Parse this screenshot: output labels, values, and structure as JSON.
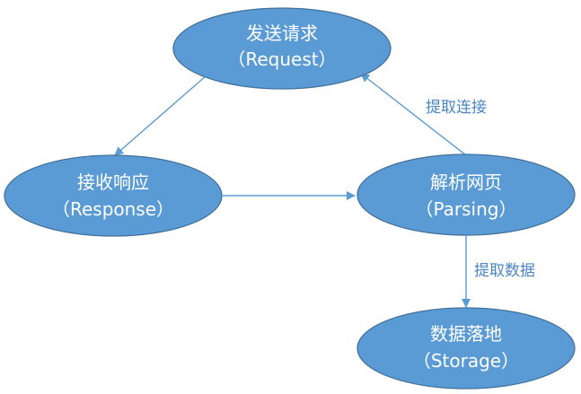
{
  "nodes": {
    "request": {
      "title": "发送请求",
      "subtitle": "（Request）"
    },
    "response": {
      "title": "接收响应",
      "subtitle": "（Response）"
    },
    "parsing": {
      "title": "解析网页",
      "subtitle": "（Parsing）"
    },
    "storage": {
      "title": "数据落地",
      "subtitle": "（Storage）"
    }
  },
  "edges": [
    {
      "from": "request",
      "to": "response",
      "label": ""
    },
    {
      "from": "response",
      "to": "parsing",
      "label": ""
    },
    {
      "from": "parsing",
      "to": "request",
      "label": "提取连接"
    },
    {
      "from": "parsing",
      "to": "storage",
      "label": "提取数据"
    }
  ],
  "colors": {
    "node_fill": "#5b9bd5",
    "node_stroke": "#41719c",
    "edge": "#5b9bd5",
    "label": "#4a86c5"
  }
}
